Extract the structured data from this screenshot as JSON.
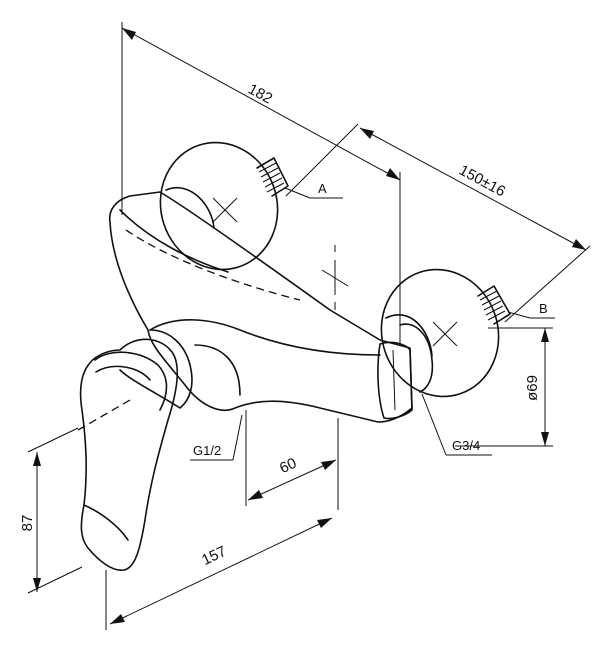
{
  "dimensions": {
    "overall_length": "182",
    "offset": "150±16",
    "diameter": "ø69",
    "height": "87",
    "lever_length": "157",
    "depth": "60"
  },
  "connections": {
    "a": "A",
    "b": "B",
    "inlet": "G3/4",
    "outlet": "G1/2"
  }
}
